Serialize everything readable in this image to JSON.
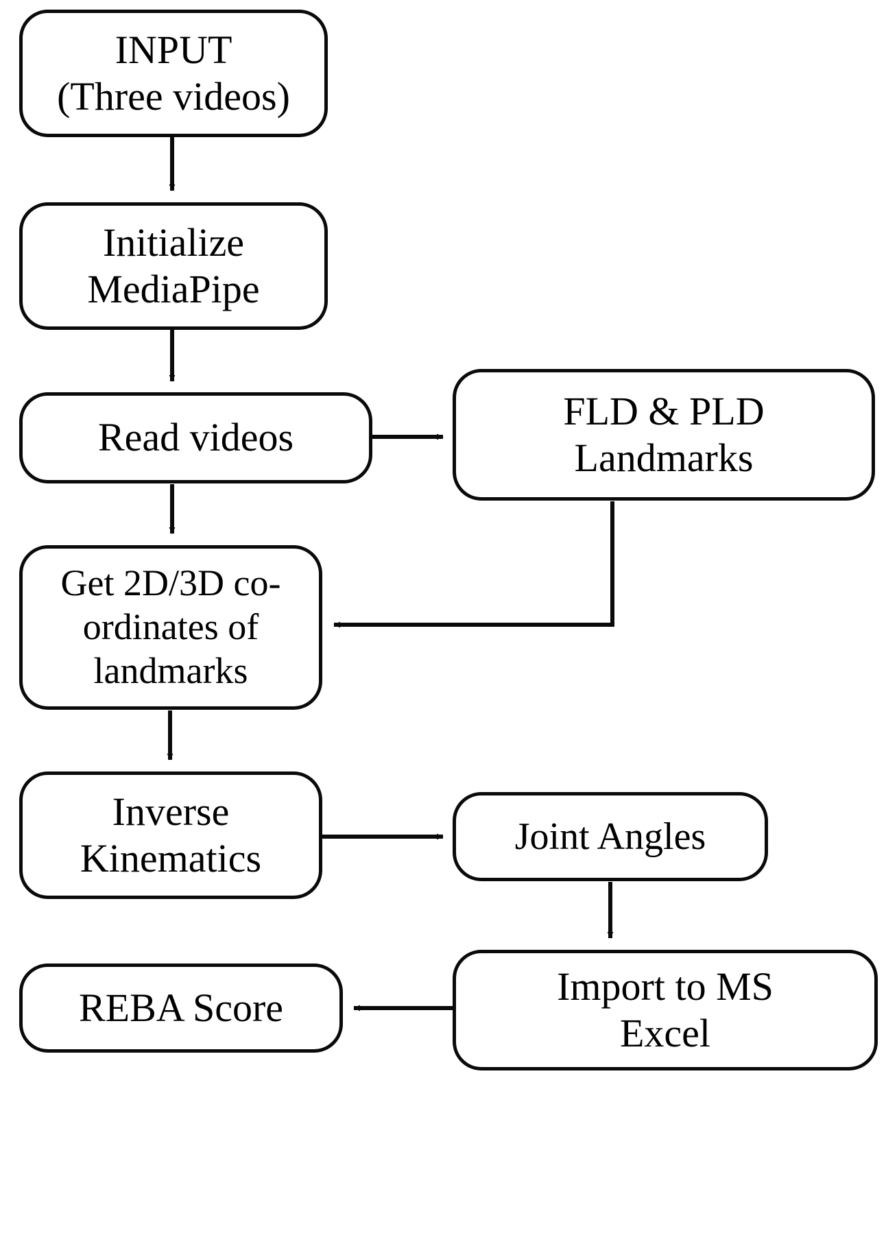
{
  "diagram": {
    "title": "Pose estimation to REBA score pipeline flowchart",
    "type": "flowchart",
    "background_color": "#ffffff",
    "stroke_color": "#0a0a0a",
    "text_color": "#000000",
    "nodes": [
      {
        "id": "input",
        "label": "INPUT\n(Three videos)",
        "shape": "rounded-rectangle"
      },
      {
        "id": "init",
        "label": "Initialize\nMediaPipe",
        "shape": "rounded-rectangle"
      },
      {
        "id": "read",
        "label": "Read videos",
        "shape": "rounded-rectangle"
      },
      {
        "id": "landmarks",
        "label": "FLD & PLD\nLandmarks",
        "shape": "rounded-rectangle"
      },
      {
        "id": "coords",
        "label": "Get 2D/3D co-\nordinates of\nlandmarks",
        "shape": "rounded-rectangle"
      },
      {
        "id": "ik",
        "label": "Inverse\nKinematics",
        "shape": "rounded-rectangle"
      },
      {
        "id": "joint",
        "label": "Joint Angles",
        "shape": "rounded-rectangle"
      },
      {
        "id": "excel",
        "label": "Import to MS\nExcel",
        "shape": "rounded-rectangle"
      },
      {
        "id": "reba",
        "label": "REBA Score",
        "shape": "rounded-rectangle"
      }
    ],
    "edges": [
      {
        "from": "input",
        "to": "init",
        "direction": "down",
        "style": "straight-arrow"
      },
      {
        "from": "init",
        "to": "read",
        "direction": "down",
        "style": "straight-arrow"
      },
      {
        "from": "read",
        "to": "landmarks",
        "direction": "right",
        "style": "straight-arrow"
      },
      {
        "from": "read",
        "to": "coords",
        "direction": "down",
        "style": "straight-arrow"
      },
      {
        "from": "landmarks",
        "to": "coords",
        "direction": "down-left",
        "style": "elbow-arrow"
      },
      {
        "from": "coords",
        "to": "ik",
        "direction": "down",
        "style": "straight-arrow"
      },
      {
        "from": "ik",
        "to": "joint",
        "direction": "right",
        "style": "straight-arrow"
      },
      {
        "from": "joint",
        "to": "excel",
        "direction": "down",
        "style": "straight-arrow"
      },
      {
        "from": "excel",
        "to": "reba",
        "direction": "left",
        "style": "straight-arrow"
      }
    ]
  }
}
